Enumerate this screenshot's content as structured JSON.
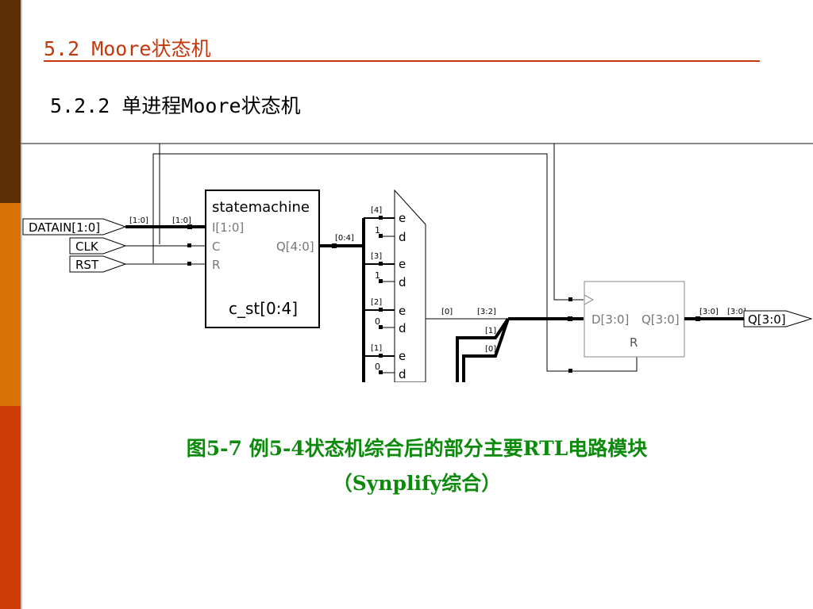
{
  "slide": {
    "title": "5.2  Moore状态机",
    "subtitle": "5.2.2  单进程Moore状态机",
    "caption_line1": "图5-7  例5-4状态机综合后的部分主要RTL电路模块",
    "caption_line2": "（Synplify综合）"
  },
  "diagram": {
    "inputs": [
      "DATAIN[1:0]",
      "CLK",
      "RST"
    ],
    "statemachine": {
      "name": "statemachine",
      "instance": "c_st[0:4]",
      "ports": [
        "I[1:0]",
        "C",
        "R",
        "Q[4:0]"
      ]
    },
    "bus_tags": {
      "datain_a": "[1:0]",
      "datain_b": "[1:0]",
      "q_out": "[0:4]",
      "mux_sel": [
        "[4]",
        "[3]",
        "[2]",
        "[1]"
      ],
      "mux_const": [
        "1",
        "1",
        "0",
        "0"
      ],
      "mux_out": "[0]",
      "reg_d_a": "[3:2]",
      "reg_d_b": "[1]",
      "reg_d_c": "[0]",
      "reg_q_a": "[3:0]",
      "reg_q_b": "[3:0]"
    },
    "mux_pins": [
      "e",
      "d"
    ],
    "register": {
      "ports": [
        "D[3:0]",
        "Q[3:0]",
        "R"
      ]
    },
    "output": "Q[3:0]"
  }
}
